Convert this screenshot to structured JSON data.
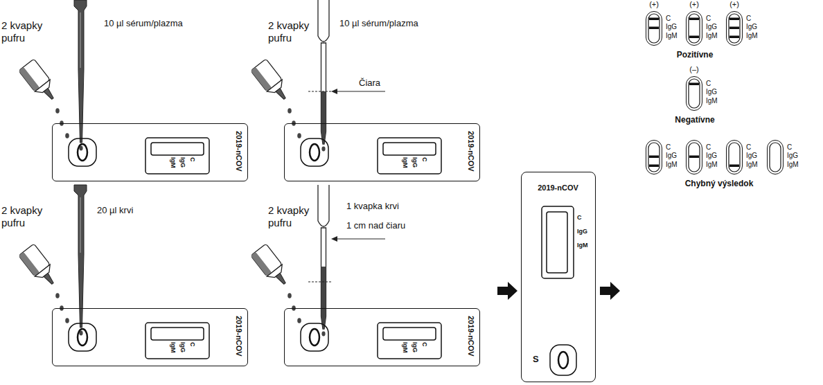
{
  "diagram": {
    "nodes": [
      {
        "text": [
          "2019-nCOV",
          "C",
          "IgG",
          "IgM"
        ]
      },
      {
        "text": [
          "2019-nCOV",
          "C",
          "IgG",
          "IgM"
        ]
      },
      {
        "text": [
          "2019-nCOV",
          "C",
          "IgG",
          "IgM"
        ]
      },
      {
        "text": [
          "2019-nCOV",
          "C",
          "IgG",
          "IgM"
        ]
      },
      {
        "text": [
          "2019-nCOV",
          "C",
          "IgG",
          "IgM",
          "S"
        ]
      },
      {
        "text": [
          "(+)",
          "C",
          "IgG",
          "IgM"
        ]
      },
      {
        "text": [
          "(+)",
          "C",
          "IgG",
          "IgM"
        ]
      },
      {
        "text": [
          "(+)",
          "C",
          "IgG",
          "IgM"
        ]
      },
      {
        "text": [
          "(–)",
          "C",
          "IgG",
          "IgM"
        ]
      },
      {
        "text": [
          "C",
          "IgG",
          "IgM"
        ]
      },
      {
        "text": [
          "C",
          "IgG",
          "IgM"
        ]
      },
      {
        "text": [
          "C",
          "IgG",
          "IgM"
        ]
      },
      {
        "text": [
          "C",
          "IgG",
          "IgM"
        ]
      }
    ],
    "labels": [
      "2 kvapky pufru",
      "10 µl sérum/plazma",
      "2 kvapky pufru",
      "10 µl sérum/plazma",
      "Čiara",
      "2 kvapky pufru",
      "20 µl krvi",
      "2 kvapky pufru",
      "1 kvapka krvi",
      "1 cm nad čiaru",
      "Pozitívne",
      "Negatívne",
      "Chybný výsledok"
    ]
  }
}
